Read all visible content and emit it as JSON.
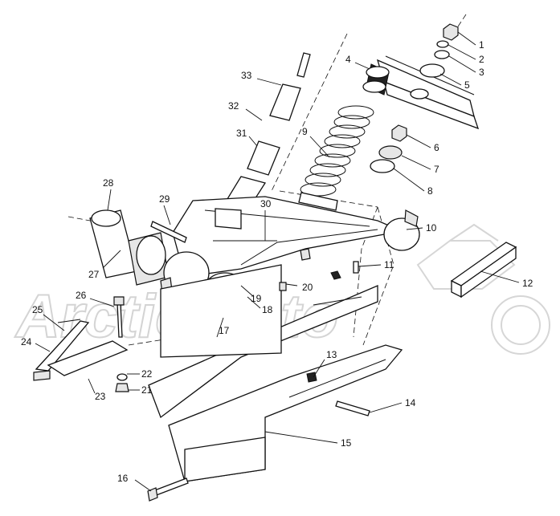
{
  "watermark": {
    "text": "Arcticmoto"
  },
  "callouts": [
    {
      "id": "c1",
      "label": "1"
    },
    {
      "id": "c2",
      "label": "2"
    },
    {
      "id": "c3",
      "label": "3"
    },
    {
      "id": "c4",
      "label": "4"
    },
    {
      "id": "c5",
      "label": "5"
    },
    {
      "id": "c6",
      "label": "6"
    },
    {
      "id": "c7",
      "label": "7"
    },
    {
      "id": "c8",
      "label": "8"
    },
    {
      "id": "c9",
      "label": "9"
    },
    {
      "id": "c10",
      "label": "10"
    },
    {
      "id": "c11",
      "label": "11"
    },
    {
      "id": "c12",
      "label": "12"
    },
    {
      "id": "c13",
      "label": "13"
    },
    {
      "id": "c14",
      "label": "14"
    },
    {
      "id": "c15",
      "label": "15"
    },
    {
      "id": "c16",
      "label": "16"
    },
    {
      "id": "c17",
      "label": "17"
    },
    {
      "id": "c18",
      "label": "18"
    },
    {
      "id": "c19",
      "label": "19"
    },
    {
      "id": "c20",
      "label": "20"
    },
    {
      "id": "c21",
      "label": "21"
    },
    {
      "id": "c22",
      "label": "22"
    },
    {
      "id": "c23",
      "label": "23"
    },
    {
      "id": "c24",
      "label": "24"
    },
    {
      "id": "c25",
      "label": "25"
    },
    {
      "id": "c26",
      "label": "26"
    },
    {
      "id": "c27",
      "label": "27"
    },
    {
      "id": "c28",
      "label": "28"
    },
    {
      "id": "c29",
      "label": "29"
    },
    {
      "id": "c30",
      "label": "30"
    },
    {
      "id": "c31",
      "label": "31"
    },
    {
      "id": "c32",
      "label": "32"
    },
    {
      "id": "c33",
      "label": "33"
    }
  ]
}
